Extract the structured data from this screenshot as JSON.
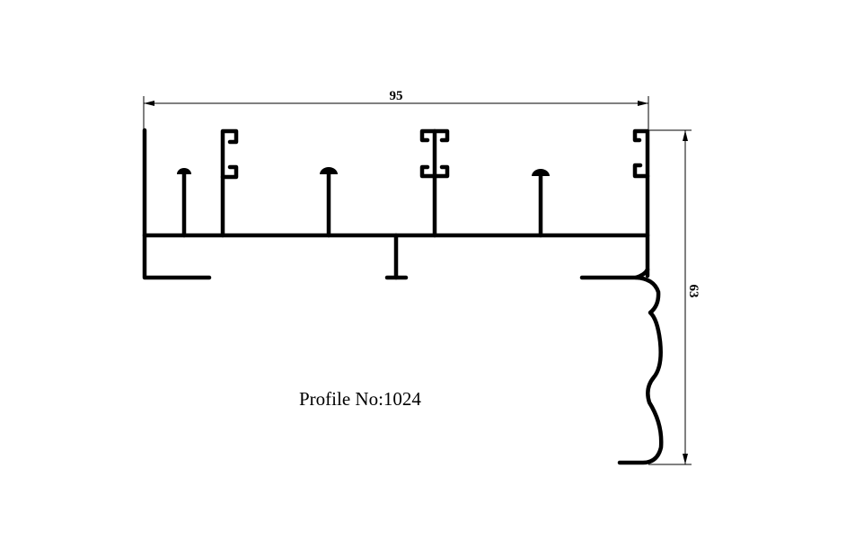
{
  "dimensions": {
    "width_label": "95",
    "height_label": "63"
  },
  "profile": {
    "label": "Profile No:1024"
  },
  "colors": {
    "line": "#000000",
    "background": "#ffffff"
  }
}
